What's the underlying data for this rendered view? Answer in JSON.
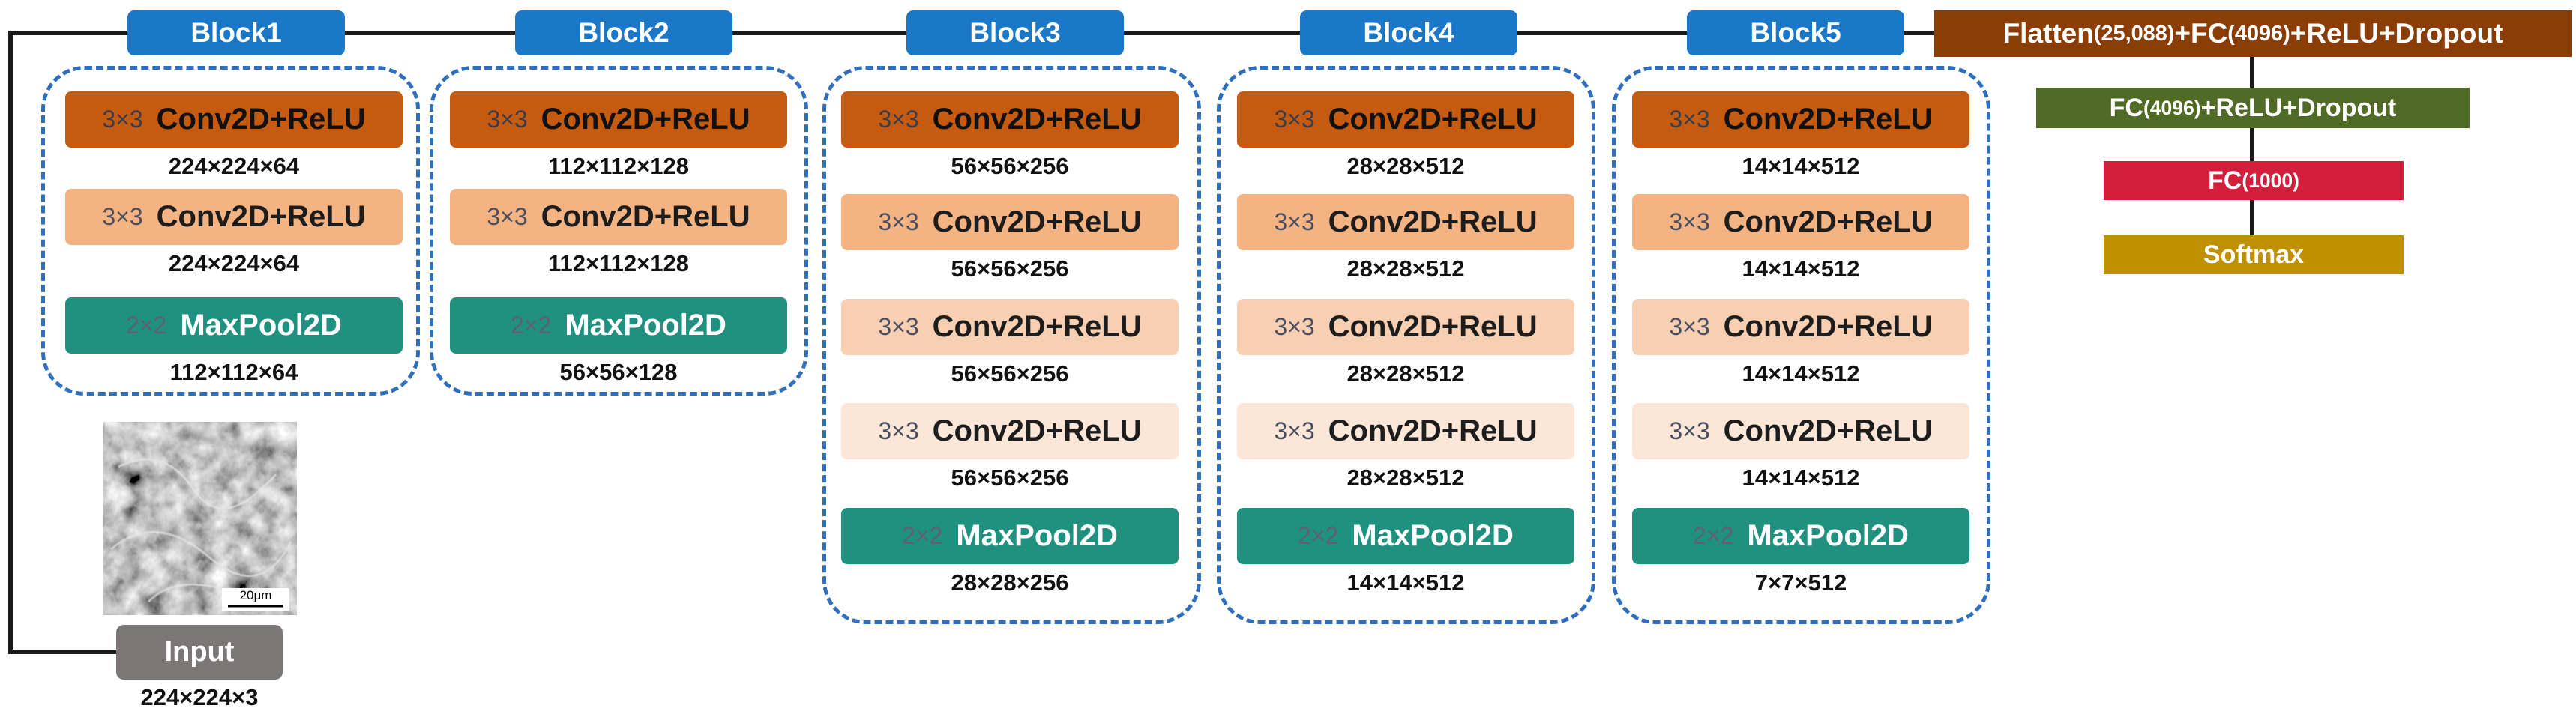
{
  "blocks": [
    {
      "title": "Block1",
      "layers": [
        {
          "kernel": "3×3",
          "op": "Conv2D+ReLU",
          "out": "224×224×64"
        },
        {
          "kernel": "3×3",
          "op": "Conv2D+ReLU",
          "out": "224×224×64"
        },
        {
          "kernel": "2×2",
          "op": "MaxPool2D",
          "out": "112×112×64"
        }
      ]
    },
    {
      "title": "Block2",
      "layers": [
        {
          "kernel": "3×3",
          "op": "Conv2D+ReLU",
          "out": "112×112×128"
        },
        {
          "kernel": "3×3",
          "op": "Conv2D+ReLU",
          "out": "112×112×128"
        },
        {
          "kernel": "2×2",
          "op": "MaxPool2D",
          "out": "56×56×128"
        }
      ]
    },
    {
      "title": "Block3",
      "layers": [
        {
          "kernel": "3×3",
          "op": "Conv2D+ReLU",
          "out": "56×56×256"
        },
        {
          "kernel": "3×3",
          "op": "Conv2D+ReLU",
          "out": "56×56×256"
        },
        {
          "kernel": "3×3",
          "op": "Conv2D+ReLU",
          "out": "56×56×256"
        },
        {
          "kernel": "3×3",
          "op": "Conv2D+ReLU",
          "out": "56×56×256"
        },
        {
          "kernel": "2×2",
          "op": "MaxPool2D",
          "out": "28×28×256"
        }
      ]
    },
    {
      "title": "Block4",
      "layers": [
        {
          "kernel": "3×3",
          "op": "Conv2D+ReLU",
          "out": "28×28×512"
        },
        {
          "kernel": "3×3",
          "op": "Conv2D+ReLU",
          "out": "28×28×512"
        },
        {
          "kernel": "3×3",
          "op": "Conv2D+ReLU",
          "out": "28×28×512"
        },
        {
          "kernel": "3×3",
          "op": "Conv2D+ReLU",
          "out": "28×28×512"
        },
        {
          "kernel": "2×2",
          "op": "MaxPool2D",
          "out": "14×14×512"
        }
      ]
    },
    {
      "title": "Block5",
      "layers": [
        {
          "kernel": "3×3",
          "op": "Conv2D+ReLU",
          "out": "14×14×512"
        },
        {
          "kernel": "3×3",
          "op": "Conv2D+ReLU",
          "out": "14×14×512"
        },
        {
          "kernel": "3×3",
          "op": "Conv2D+ReLU",
          "out": "14×14×512"
        },
        {
          "kernel": "3×3",
          "op": "Conv2D+ReLU",
          "out": "14×14×512"
        },
        {
          "kernel": "2×2",
          "op": "MaxPool2D",
          "out": "7×7×512"
        }
      ]
    }
  ],
  "head": [
    {
      "parts": [
        {
          "text": "Flatten",
          "small": false
        },
        {
          "text": "(25,088)",
          "small": true
        },
        {
          "text": "+FC",
          "small": false
        },
        {
          "text": "(4096)",
          "small": true
        },
        {
          "text": "+ReLU+Dropout",
          "small": false
        }
      ],
      "color": "#8b3d07"
    },
    {
      "parts": [
        {
          "text": "FC",
          "small": false
        },
        {
          "text": "(4096)",
          "small": true
        },
        {
          "text": "+ReLU+Dropout",
          "small": false
        }
      ],
      "color": "#4f6b26"
    },
    {
      "parts": [
        {
          "text": "FC",
          "small": false
        },
        {
          "text": "(1000)",
          "small": true
        }
      ],
      "color": "#d21f3b"
    },
    {
      "parts": [
        {
          "text": "Softmax",
          "small": false
        }
      ],
      "color": "#bf9000"
    }
  ],
  "input": {
    "label": "Input",
    "size": "224×224×3",
    "scale_bar": "20μm"
  },
  "colors": {
    "header": "#1b78c9",
    "group_border": "#2f6fbc",
    "maxpool": "#20917f",
    "conv_shades": [
      "#c55a11",
      "#f3b382",
      "#f7cfb2",
      "#fbe6d7"
    ]
  }
}
